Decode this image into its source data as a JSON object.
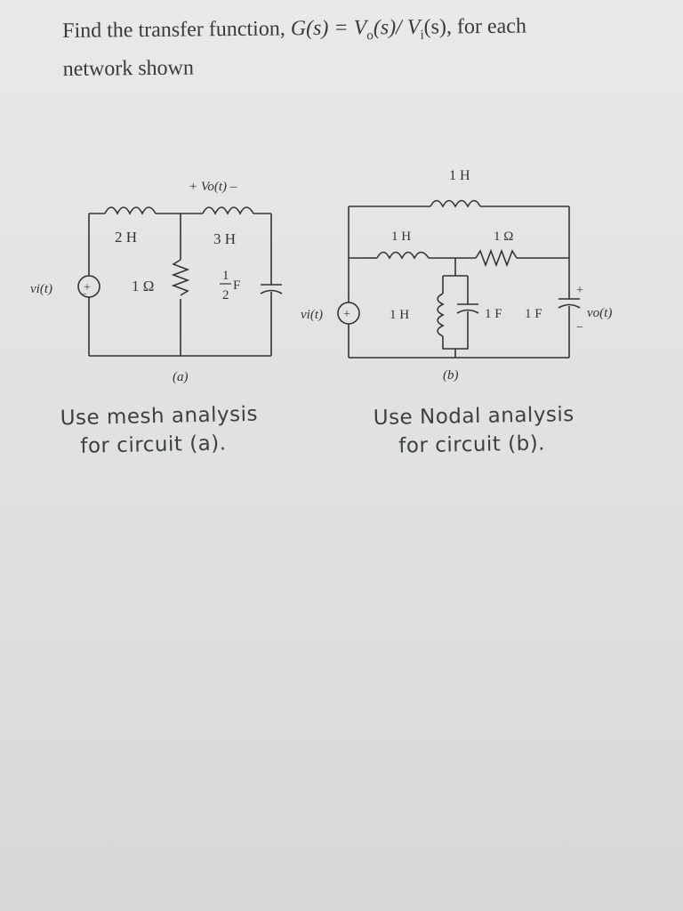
{
  "question": {
    "line1_prefix": "Find the transfer function, ",
    "line1_func": "G(s) = V",
    "line1_sub_o": "o",
    "line1_mid": "(s)/ V",
    "line1_sub_i": "i",
    "line1_end": "(s), for each",
    "line2": "network shown"
  },
  "circuit_a": {
    "caption": "(a)",
    "source": "vi(t)",
    "output_label": "+ Vo(t) –",
    "inductor_1": "2 H",
    "inductor_2": "3 H",
    "resistor": "1 Ω",
    "capacitor": "F",
    "capacitor_num": "1",
    "capacitor_den": "2"
  },
  "circuit_b": {
    "caption": "(b)",
    "source": "vi(t)",
    "output_label": "vo(t)",
    "inductor_top": "1 H",
    "inductor_mid": "1 H",
    "inductor_vertical": "1 H",
    "resistor": "1 Ω",
    "capacitor_1": "1 F",
    "capacitor_2": "1 F"
  },
  "notes": {
    "a_line1": "Use mesh analysis",
    "a_line2": "for circuit (a).",
    "b_line1": "Use Nodal analysis",
    "b_line2": "for circuit (b)."
  },
  "colors": {
    "ink": "#333333",
    "paper": "#e6e7e5",
    "handwriting": "#3a3f48"
  }
}
